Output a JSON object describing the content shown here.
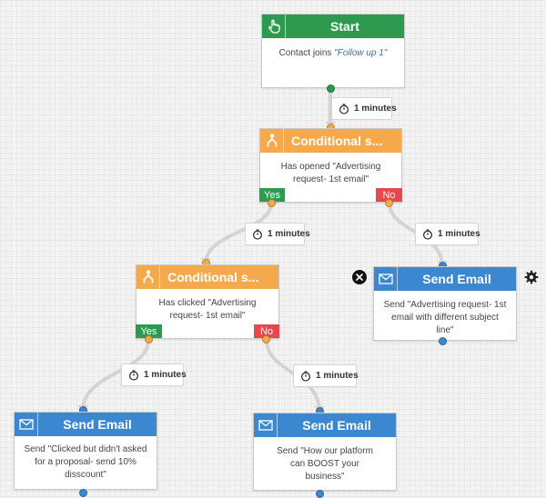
{
  "colors": {
    "start": "#2e9a4f",
    "conditional": "#f5a94a",
    "email": "#3b87d0",
    "yes": "#2e9a4f",
    "no": "#e5484d",
    "connector": "#d4d4d4"
  },
  "nodes": {
    "start": {
      "icon": "hand-pointer-icon",
      "title": "Start",
      "body_prefix": "Contact joins ",
      "body_list": "\"Follow up 1\""
    },
    "condition_1": {
      "icon": "split-icon",
      "title": "Conditional s...",
      "body": "Has opened \"Advertising request- 1st email\"",
      "yes": "Yes",
      "no": "No"
    },
    "condition_2": {
      "icon": "split-icon",
      "title": "Conditional s...",
      "body": "Has clicked \"Advertising request- 1st email\"",
      "yes": "Yes",
      "no": "No"
    },
    "email_no_open": {
      "icon": "envelope-icon",
      "title": "Send Email",
      "body": "Send \"Advertising request- 1st email with different subject line\"",
      "delete_icon": "close-icon",
      "settings_icon": "gear-icon"
    },
    "email_clicked": {
      "icon": "envelope-icon",
      "title": "Send Email",
      "body": "Send \"Clicked but didn't asked for a proposal- send 10% disscount\""
    },
    "email_not_clicked": {
      "icon": "envelope-icon",
      "title": "Send Email",
      "body": "Send \"How our platform can BOOST your business\""
    }
  },
  "delays": {
    "d1": {
      "icon": "stopwatch-icon",
      "label": "1 minutes"
    },
    "d2": {
      "icon": "stopwatch-icon",
      "label": "1 minutes"
    },
    "d3": {
      "icon": "stopwatch-icon",
      "label": "1 minutes"
    },
    "d4": {
      "icon": "stopwatch-icon",
      "label": "1 minutes"
    },
    "d5": {
      "icon": "stopwatch-icon",
      "label": "1 minutes"
    }
  }
}
